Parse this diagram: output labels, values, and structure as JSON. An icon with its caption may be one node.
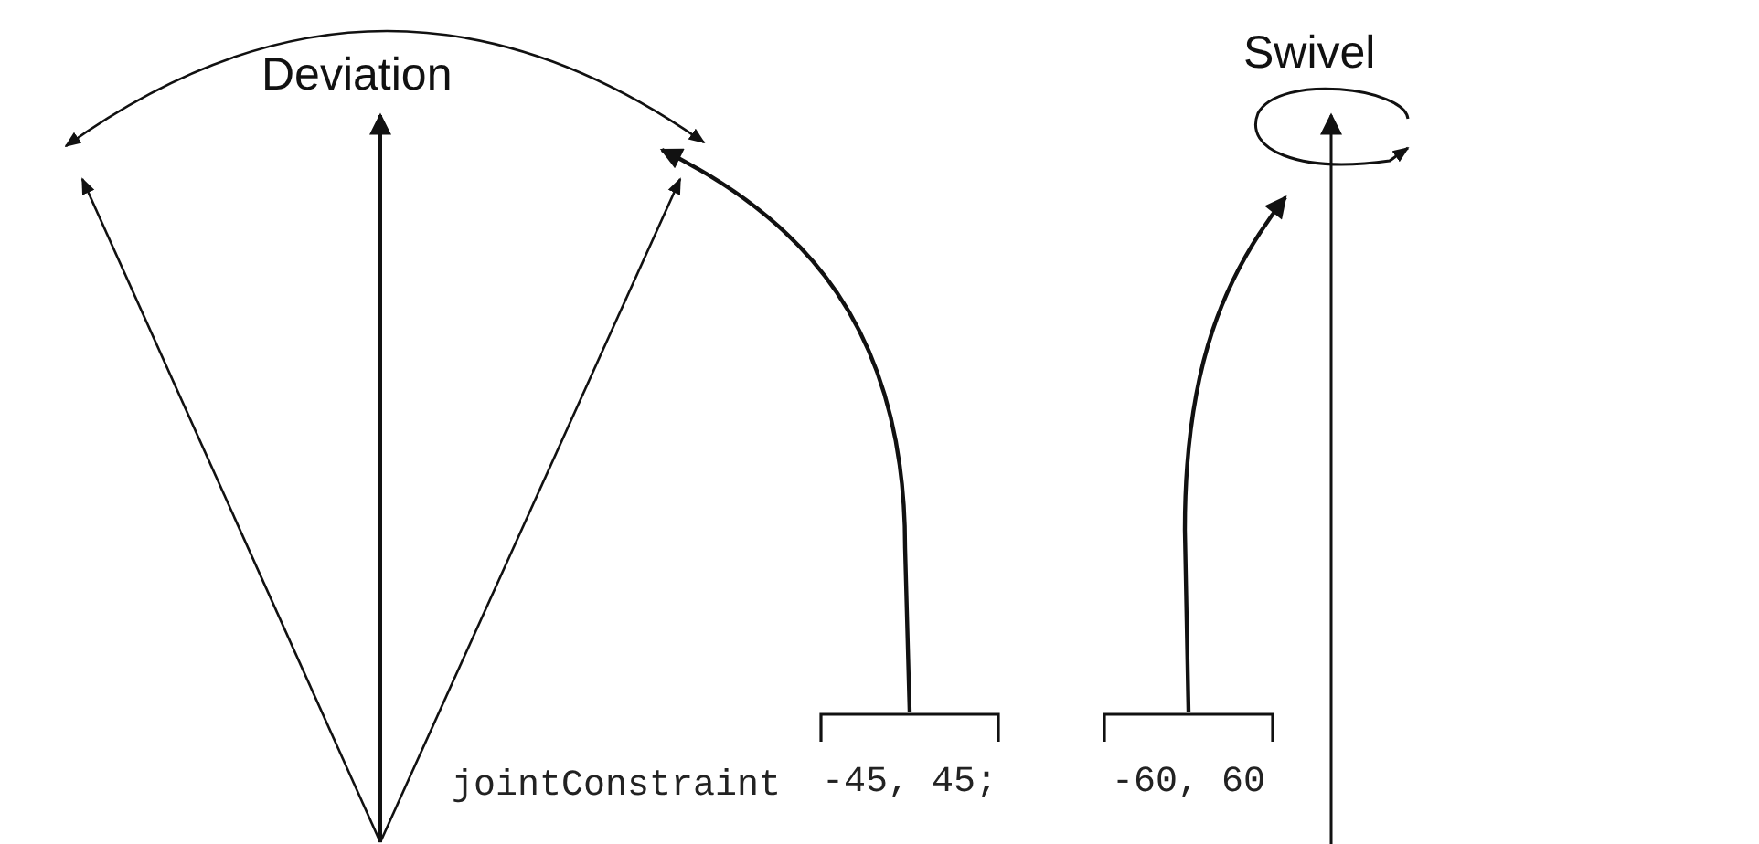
{
  "diagram": {
    "nodes": [
      {
        "text": [
          "-45, 45;"
        ]
      },
      {
        "text": [
          "-60, 60"
        ]
      }
    ],
    "edges": [
      {
        "from": 0,
        "to": null,
        "arrow": "to"
      },
      {
        "from": 1,
        "to": null,
        "arrow": "to"
      }
    ],
    "labels": [
      "Deviation",
      "Swivel",
      "jointConstraint"
    ]
  }
}
